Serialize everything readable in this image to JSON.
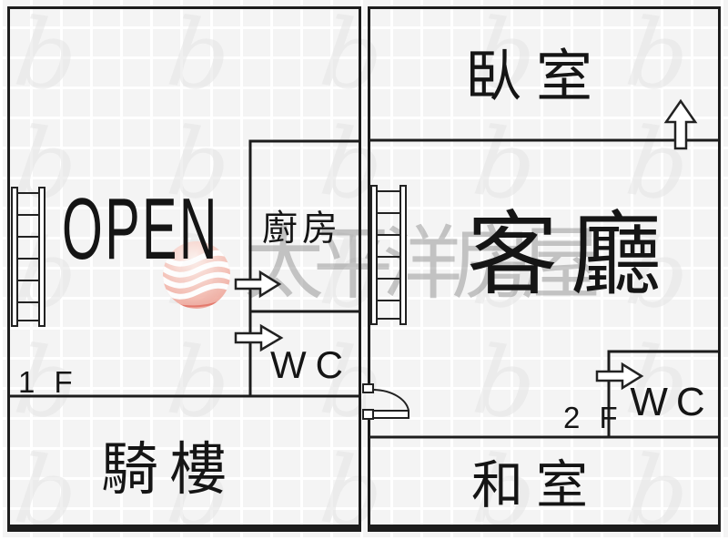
{
  "watermark": {
    "brand_text": "太平洋房屋",
    "logo": "pacific-sphere-logo",
    "logo_pink": "#f2b5aa",
    "logo_deep": "#e98a7c",
    "logo_red": "#de5b4c",
    "text_gray": "#7d7d7d"
  },
  "background": {
    "pattern": "light-grid-with-cursive-glyphs",
    "glyph": "b",
    "grid_color": "#ffffff",
    "base_color": "#f4f4f4"
  },
  "colors": {
    "wall": "#1c1c1c",
    "text": "#151515"
  },
  "floor1": {
    "floor_label": "1 F",
    "rooms": {
      "open_area": "OPEN",
      "kitchen": "廚房",
      "wc": "WC",
      "arcade": "騎樓"
    }
  },
  "floor2": {
    "floor_label": "2 F",
    "rooms": {
      "bedroom": "臥室",
      "living_room": "客廳",
      "wc": "WC",
      "tatami_room": "和室"
    }
  }
}
